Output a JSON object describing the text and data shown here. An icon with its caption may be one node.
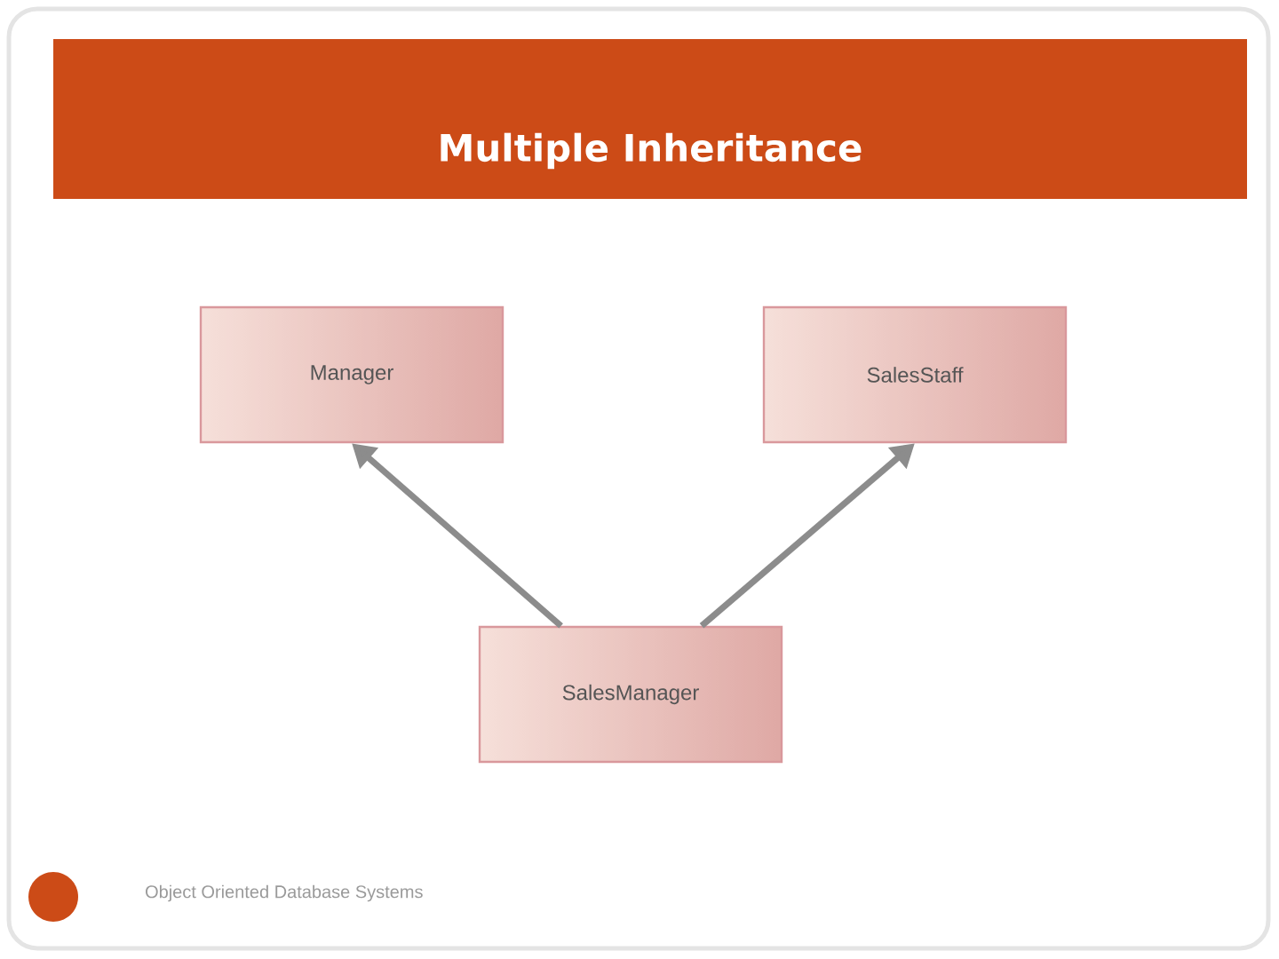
{
  "diagram": {
    "title": "Multiple Inheritance",
    "nodes": [
      {
        "text": [
          "Manager"
        ]
      },
      {
        "text": [
          "SalesStaff"
        ]
      },
      {
        "text": [
          "SalesManager"
        ]
      }
    ],
    "edges": [
      {
        "from": 2,
        "to": 0,
        "arrow": "to"
      },
      {
        "from": 2,
        "to": 1,
        "arrow": "to"
      }
    ],
    "labels": [
      "Object Oriented Database Systems"
    ]
  }
}
